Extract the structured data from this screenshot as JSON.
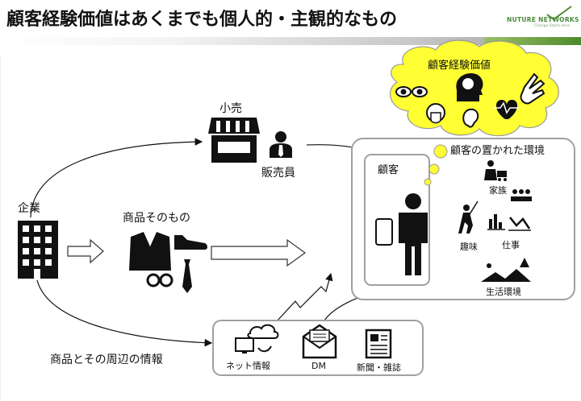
{
  "slide": {
    "title": "顧客経験価値はあくまでも個人的・主観的なもの"
  },
  "logo": {
    "brand": "NUTURE NETWORKS",
    "tagline": "Change Starts Here"
  },
  "diagram": {
    "company_label": "企業",
    "retail_label": "小売",
    "salesperson_label": "販売員",
    "product_label": "商品そのもの",
    "info_label": "商品とその周辺の情報",
    "customer_label": "顧客",
    "cloud_label": "顧客経験価値",
    "environment_label": "顧客の置かれた環境",
    "env_items": {
      "family": "家族",
      "hobby": "趣味",
      "work": "仕事",
      "living": "生活環境"
    },
    "media": {
      "net": "ネット情報",
      "dm": "DM",
      "press": "新聞・雑誌"
    }
  },
  "colors": {
    "cloud_fill": "#ffff33",
    "accent_green": "#4f8a2d",
    "box_border": "#a0a0a0"
  }
}
